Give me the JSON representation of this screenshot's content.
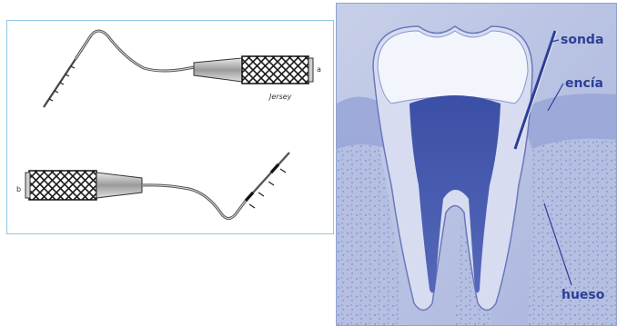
{
  "left_figure": {
    "probe_top_marker": "a",
    "probe_bottom_marker": "b",
    "signature": "Jersey"
  },
  "right_figure": {
    "labels": {
      "probe": "sonda",
      "gum": "encía",
      "bone": "hueso"
    }
  }
}
